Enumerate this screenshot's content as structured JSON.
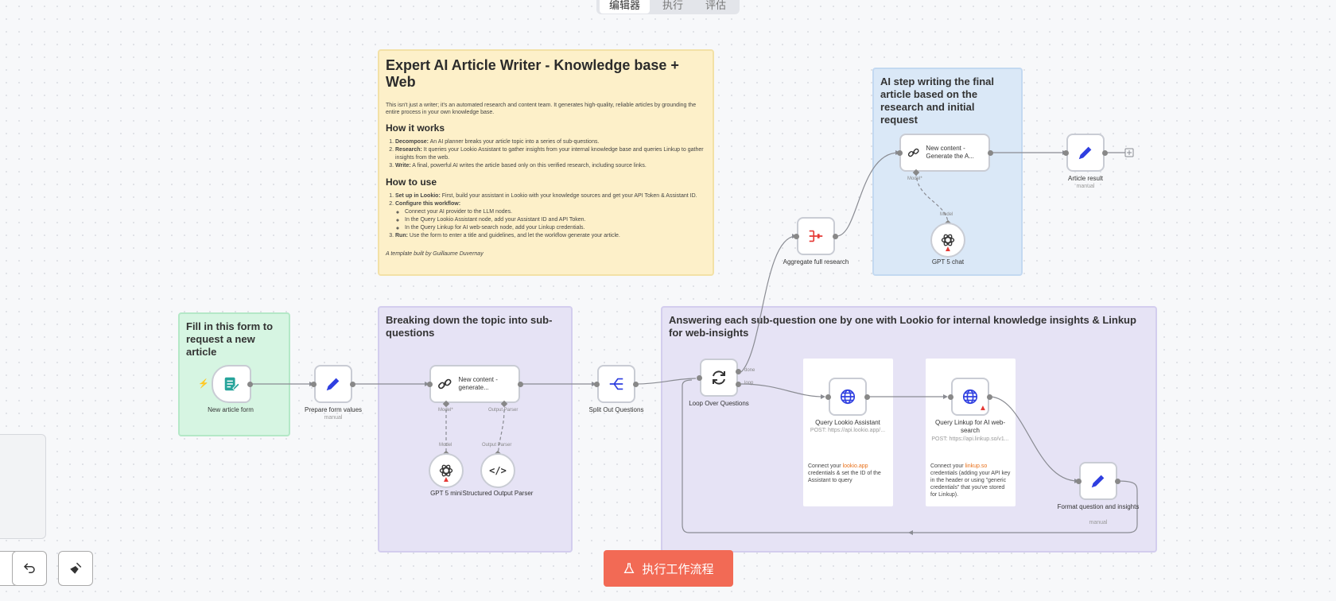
{
  "tabs": [
    "编辑器",
    "执行",
    "评估"
  ],
  "notes": {
    "main": {
      "title": "Expert AI Article Writer - Knowledge base + Web",
      "intro": "This isn't just a writer; it's an automated research and content team. It generates high-quality, reliable articles by grounding the entire process in your own knowledge base.",
      "how_it_works_heading": "How it works",
      "how_it_works": [
        {
          "bold": "Decompose:",
          "text": " An AI planner breaks your article topic into a series of sub-questions."
        },
        {
          "bold": "Research:",
          "text": " It queries your Lookio Assistant to gather insights from your internal knowledge base and queries Linkup to gather insights from the web."
        },
        {
          "bold": "Write:",
          "text": " A final, powerful AI writes the article based only on this verified research, including source links."
        }
      ],
      "how_to_use_heading": "How to use",
      "how_to_use": [
        {
          "bold": "Set up in Lookio:",
          "text": " First, build your assistant in Lookio with your knowledge sources and get your API Token & Assistant ID."
        },
        {
          "bold": "Configure this workflow:",
          "text": ""
        },
        {
          "bold": "Run:",
          "text": " Use the form to enter a title and guidelines, and let the workflow generate your article."
        }
      ],
      "configure_steps": [
        "Connect your AI provider to the LLM nodes.",
        "In the Query Lookio Assistant node, add your Assistant ID and API Token.",
        "In the Query Linkup for AI web-search node, add your Linkup credentials."
      ],
      "footer": "A template built by Guillaume Duvernay"
    },
    "form": "Fill in this form to request a new article",
    "breakdown": "Breaking down the topic into sub-questions",
    "answering": "Answering each sub-question one by one with Lookio for internal knowledge insights & Linkup for web-insights",
    "final": "AI step writing the final article based on the research and initial request"
  },
  "nodes": {
    "form": {
      "label": "New article form"
    },
    "prepare": {
      "label": "Prepare form values",
      "sub": "manual"
    },
    "gen1": {
      "title": "New content - generate..."
    },
    "gpt_mini": {
      "label": "GPT 5 mini"
    },
    "parser": {
      "label": "Structured Output Parser"
    },
    "split": {
      "label": "Split Out Questions"
    },
    "loop": {
      "label": "Loop Over Questions",
      "done": "done",
      "loop": "loop"
    },
    "lookio": {
      "label": "Query Lookio Assistant",
      "sub": "POST: https://api.lookio.app/..."
    },
    "linkup": {
      "label": "Query Linkup for AI web-search",
      "sub": "POST: https://api.linkup.so/v1..."
    },
    "format": {
      "label": "Format question and insights",
      "sub": "manual"
    },
    "aggregate": {
      "label": "Aggregate full research"
    },
    "gen2": {
      "title": "New content - Generate the A..."
    },
    "gpt_chat": {
      "label": "GPT 5 chat"
    },
    "result": {
      "label": "Article result",
      "sub": "manual"
    }
  },
  "ports": {
    "model_star": "Model*",
    "output_parser": "Output Parser",
    "model": "Model"
  },
  "cards": {
    "lookio": {
      "pre": "Connect your ",
      "link": "lookio.app",
      "post": " credentials & set the ID of the Assistant to query"
    },
    "linkup": {
      "pre": "Connect your ",
      "link": "linkup.so",
      "post": " credentials (adding your API key in the header or using \"generic credentials\" that you've stored for Linkup)."
    }
  },
  "run_button": "执行工作流程",
  "colors": {
    "accent": "#f26a55",
    "edit_icon": "#2f3fe0",
    "form_icon": "#27a49b",
    "warn": "#e53935"
  }
}
